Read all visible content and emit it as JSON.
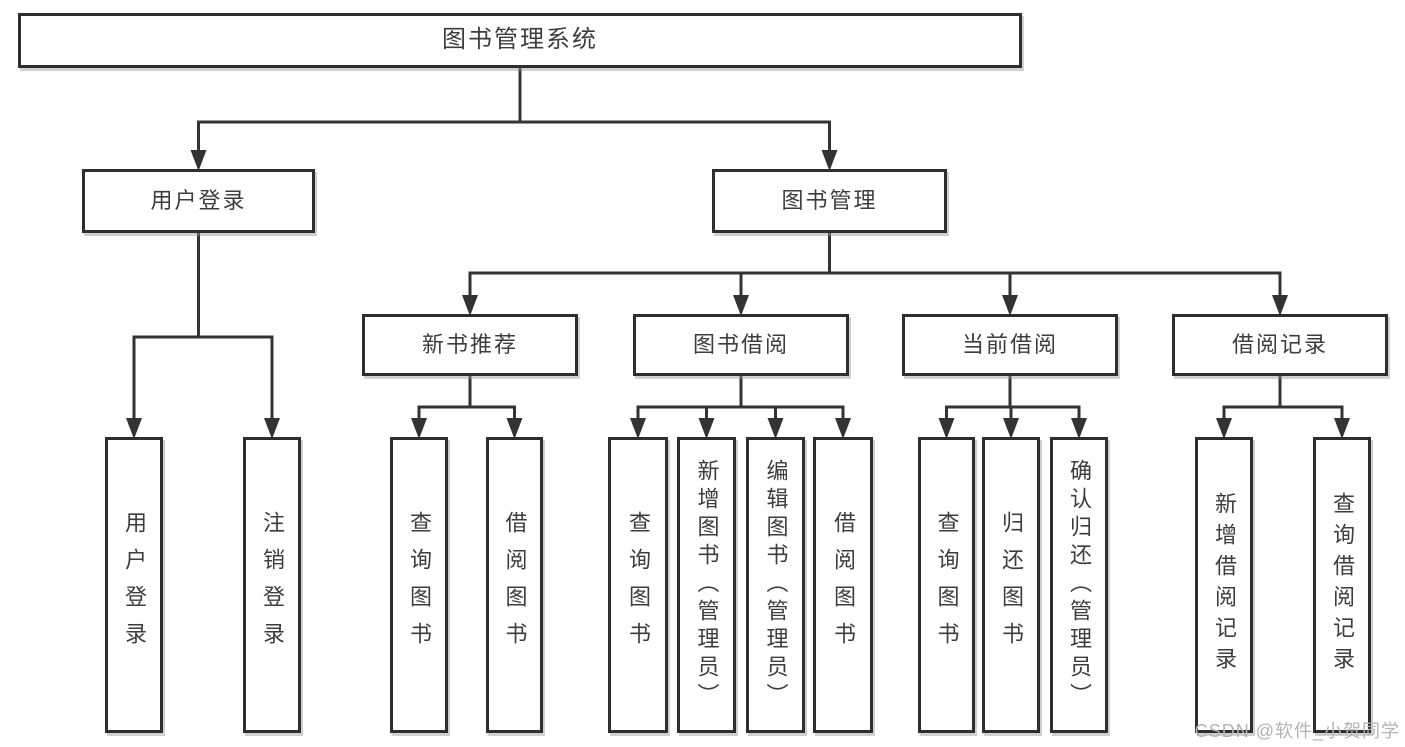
{
  "diagram": {
    "watermark": "CSDN @软件_小贺同学",
    "colors": {
      "line": "#333333",
      "box_border": "#2e2e2e",
      "box_background": "#ffffff",
      "text": "#3d3d3d",
      "watermark": "#b3b3b3"
    },
    "tree": {
      "id": "root",
      "label": "图书管理系统",
      "children": [
        {
          "id": "user-login",
          "label": "用户登录",
          "children": [
            {
              "id": "leaf-user-login",
              "label": "用户登录"
            },
            {
              "id": "leaf-logout",
              "label": "注销登录"
            }
          ]
        },
        {
          "id": "book-mgmt",
          "label": "图书管理",
          "children": [
            {
              "id": "new-books",
              "label": "新书推荐",
              "children": [
                {
                  "id": "leaf-query-books-1",
                  "label": "查询图书"
                },
                {
                  "id": "leaf-borrow-books-1",
                  "label": "借阅图书"
                }
              ]
            },
            {
              "id": "book-borrow",
              "label": "图书借阅",
              "children": [
                {
                  "id": "leaf-query-books-2",
                  "label": "查询图书"
                },
                {
                  "id": "leaf-add-books",
                  "label": "新增图书（管理员）"
                },
                {
                  "id": "leaf-edit-books",
                  "label": "编辑图书（管理员）"
                },
                {
                  "id": "leaf-borrow-books-2",
                  "label": "借阅图书"
                }
              ]
            },
            {
              "id": "current-borrow",
              "label": "当前借阅",
              "children": [
                {
                  "id": "leaf-query-books-3",
                  "label": "查询图书"
                },
                {
                  "id": "leaf-return-books",
                  "label": "归还图书"
                },
                {
                  "id": "leaf-confirm-return",
                  "label": "确认归还（管理员）"
                }
              ]
            },
            {
              "id": "borrow-records",
              "label": "借阅记录",
              "children": [
                {
                  "id": "leaf-add-record",
                  "label": "新增借阅记录"
                },
                {
                  "id": "leaf-query-record",
                  "label": "查询借阅记录"
                }
              ]
            }
          ]
        }
      ]
    }
  }
}
